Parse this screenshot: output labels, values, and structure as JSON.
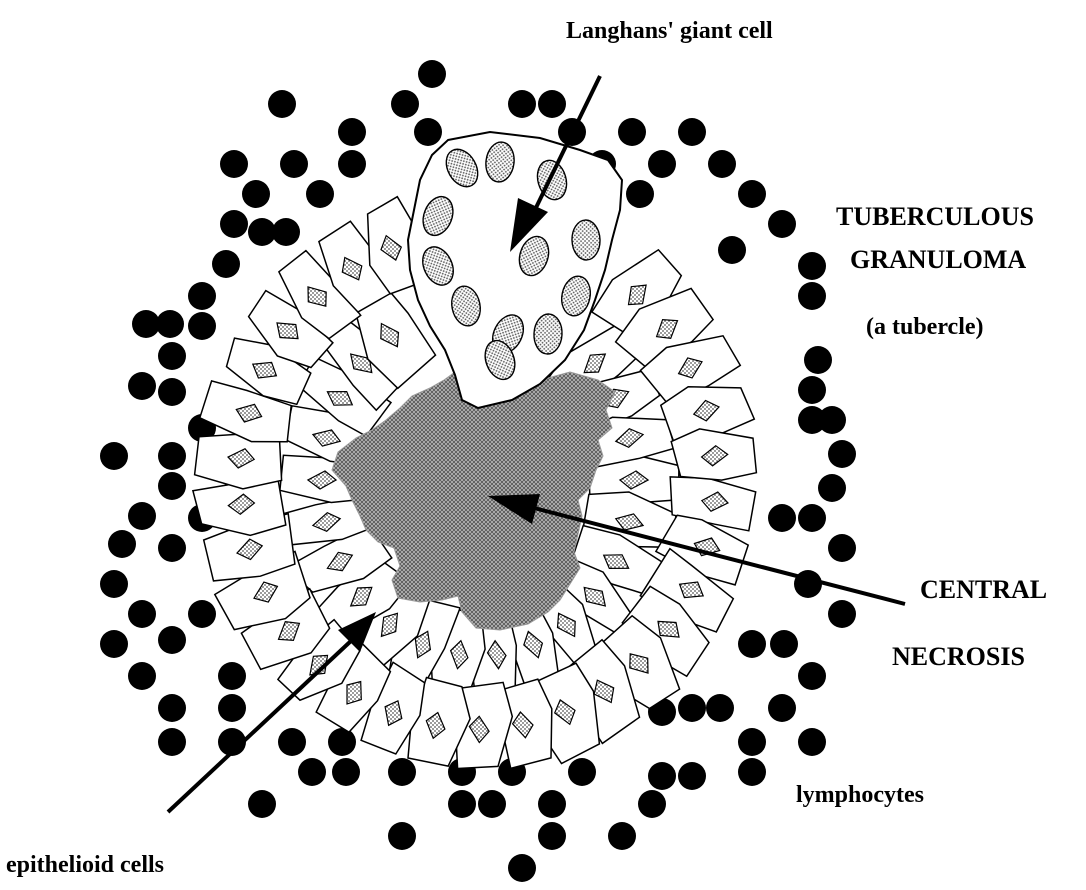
{
  "labels": {
    "giant_cell": "Langhans' giant cell",
    "title_line1": "TUBERCULOUS",
    "title_line2": "GRANULOMA",
    "subtitle": "(a tubercle)",
    "necrosis_line1": "CENTRAL",
    "necrosis_line2": "NECROSIS",
    "lymphocytes": "lymphocytes",
    "epithelioid": "epithelioid cells"
  },
  "colors": {
    "ink": "#000000",
    "nucleus_fill": "#c8c8c8",
    "necrosis_fill": "#9a9a9a",
    "background": "#ffffff"
  }
}
